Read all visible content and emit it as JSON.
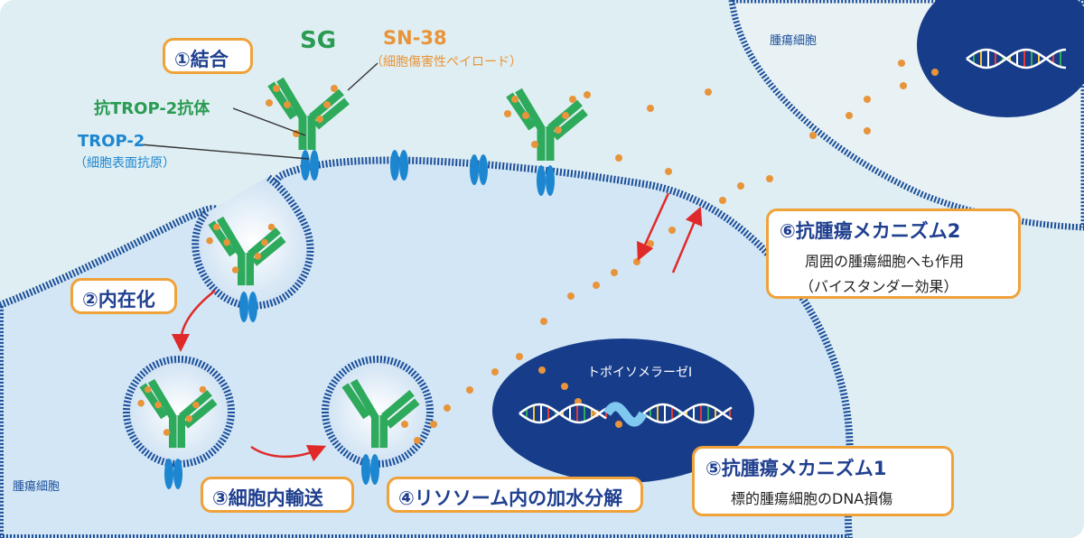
{
  "labels": {
    "sg": "SG",
    "sn38": "SN-38",
    "sn38_note": "（細胞傷害性ペイロード）",
    "antibody": "抗TROP-2抗体",
    "trop2": "TROP-2",
    "trop2_note": "（細胞表面抗原）",
    "tumor_cell_left": "腫瘍細胞",
    "tumor_cell_right": "腫瘍細胞",
    "topoisomerase": "トポイソメラーゼI"
  },
  "steps": [
    {
      "num": "①",
      "title": "結合"
    },
    {
      "num": "②",
      "title": "内在化"
    },
    {
      "num": "③",
      "title": "細胞内輸送"
    },
    {
      "num": "④",
      "title": "リソソーム内の加水分解"
    },
    {
      "num": "⑤",
      "title": "抗腫瘍メカニズム1",
      "desc": "標的腫瘍細胞のDNA損傷"
    },
    {
      "num": "⑥",
      "title": "抗腫瘍メカニズム2",
      "desc": "周囲の腫瘍細胞へも作用",
      "desc2": "（バイスタンダー効果）"
    }
  ],
  "colors": {
    "background": "#dfeef2",
    "cell": "#d2e6f5",
    "membrane": "#1c4f9a",
    "nucleus": "#173d8a",
    "antibody": "#2eaa5c",
    "trop2": "#1d86d0",
    "payload": "#e8943a",
    "arrow": "#e02a2a",
    "box_border": "#f0a23a",
    "title_green": "#2a9b52",
    "title_orange": "#e8943a",
    "title_blue": "#1d86d0"
  }
}
